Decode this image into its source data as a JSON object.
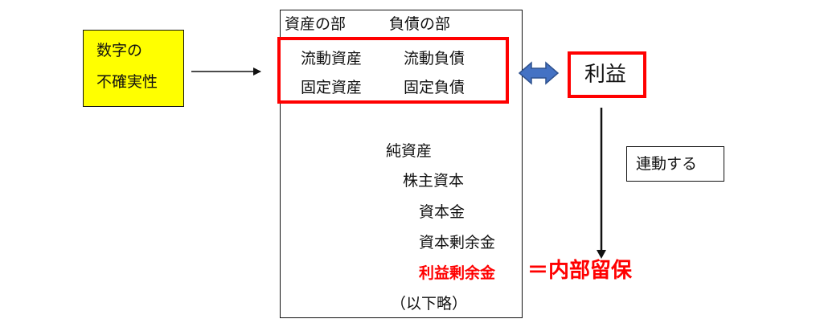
{
  "uncertainty": {
    "line1": "数字の",
    "line2": "不確実性"
  },
  "balance_sheet": {
    "header_assets": "資産の部",
    "header_liabilities": "負債の部",
    "current_assets": "流動資産",
    "current_liabilities": "流動負債",
    "fixed_assets": "固定資産",
    "fixed_liabilities": "固定負債",
    "net_assets": "純資産",
    "shareholders_equity": "株主資本",
    "capital_stock": "資本金",
    "capital_surplus": "資本剰余金",
    "retained_earnings": "利益剰余金",
    "omitted": "（以下略）"
  },
  "profit": "利益",
  "linked_label": "連動する",
  "retention_label": "＝内部留保",
  "colors": {
    "highlight": "#ff0000",
    "note_fill": "#ffff00",
    "double_arrow_fill": "#4472c4",
    "double_arrow_stroke": "#2f528f"
  }
}
